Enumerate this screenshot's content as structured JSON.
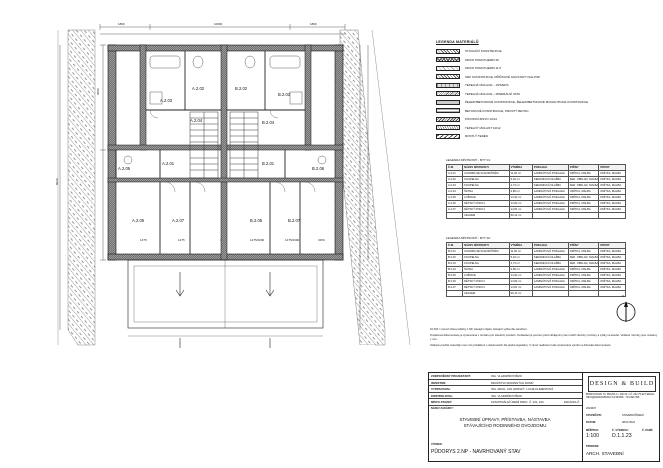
{
  "drawing": {
    "rooms": [
      {
        "id": "A.203",
        "label": "A.2.03"
      },
      {
        "id": "A.204",
        "label": "A.2.04"
      },
      {
        "id": "A.202",
        "label": "A.2.02"
      },
      {
        "id": "B.202",
        "label": "B.2.02"
      },
      {
        "id": "B.203",
        "label": "B.2.03"
      },
      {
        "id": "B.204",
        "label": "B.2.04"
      },
      {
        "id": "A.201",
        "label": "A.2.01"
      },
      {
        "id": "B.201",
        "label": "B.2.01"
      },
      {
        "id": "A.205",
        "label": "A.2.05"
      },
      {
        "id": "A.206",
        "label": "A.2.06"
      },
      {
        "id": "A.207",
        "label": "A.2.07"
      },
      {
        "id": "B.205",
        "label": "B.2.05"
      },
      {
        "id": "B.206",
        "label": "B.2.06"
      },
      {
        "id": "B.207",
        "label": "B.2.07"
      }
    ],
    "dims": {
      "top_a": "1800",
      "top_b": "10600",
      "top_c": "1800",
      "left_a": "6000",
      "left_b": "8910",
      "bot_a": "1475",
      "bot_b": "1475",
      "bot_c": "3150",
      "bot_d": "1475/2090",
      "bot_e": "1475/2090",
      "bot_f": "3150"
    }
  },
  "legend": {
    "title": "LEGENDA MATERIÁLŮ",
    "items": [
      {
        "label": "STÁVAJÍCÍ KONSTRUKCE",
        "pattern": "diag"
      },
      {
        "label": "ZDIVO POROTHERM 30",
        "pattern": "cross"
      },
      {
        "label": "ZDIVO POROTHERM 11.5",
        "pattern": "light"
      },
      {
        "label": "SDK KONSTRUKCE, PŘÍČKOVÉ SOUSTAVY DLE PSP",
        "pattern": "diag"
      },
      {
        "label": "TEPELNÁ IZOLACE – XPS/EPS",
        "pattern": "brick"
      },
      {
        "label": "TEPELNÁ IZOLACE – MINERÁLNÍ VATA",
        "pattern": "wave"
      },
      {
        "label": "ŽELEZOBETONOVÉ KONSTRUKCE, ŽELEZOBETONOVÉ MONOLITICKÉ KONSTRUKCE",
        "pattern": "dots"
      },
      {
        "label": "BETONOVÉ KONSTRUKCE, PROSTÝ BETON",
        "pattern": "grid"
      },
      {
        "label": "PŮVODNÍ ZDIVO 10/12",
        "pattern": "hatch"
      },
      {
        "label": "TEPELNÝ IZOLANT 10/12",
        "pattern": "zig"
      },
      {
        "label": "ROSTLÝ TERÉN",
        "pattern": "terrain"
      }
    ]
  },
  "table_a": {
    "title": "LEGENDA MÍSTNOSTÍ - BYT 01:",
    "header": [
      "Č.M.",
      "NÁZEV MÍSTNOSTI",
      "VÝMĚRA",
      "PODLAHA",
      "STĚNY",
      "STROP"
    ],
    "rows": [
      [
        "A.2.01",
        "CHODBA SE SCHODIŠTĚM",
        "11,60 m²",
        "LAMINÁTOVÁ PODLAHA",
        "OMÍTKA, MALBA",
        "OMÍTKA, MALBA"
      ],
      [
        "A.2.02",
        "KOUPELNA",
        "5,40 m²",
        "KERAMICKÁ DLAŽBA",
        "KER. OBKLAD, MALBA",
        "OMÍTKA, MALBA"
      ],
      [
        "A.2.03",
        "KOUPELNA",
        "4,73 m²",
        "KERAMICKÁ DLAŽBA",
        "KER. OBKLAD, MALBA",
        "OMÍTKA, MALBA"
      ],
      [
        "A.2.04",
        "ŠATNA",
        "2,86 m²",
        "LAMINÁTOVÁ PODLAHA",
        "OMÍTKA, MALBA",
        "OMÍTKA, MALBA"
      ],
      [
        "A.2.05",
        "LOŽNICE",
        "14,92 m²",
        "LAMINÁTOVÁ PODLAHA",
        "OMÍTKA, MALBA",
        "OMÍTKA, MALBA"
      ],
      [
        "A.2.06",
        "DĚTSKÝ POKOJ",
        "14,82 m²",
        "LAMINÁTOVÁ PODLAHA",
        "OMÍTKA, MALBA",
        "OMÍTKA, MALBA"
      ],
      [
        "A.2.07",
        "DĚTSKÝ POKOJ",
        "14,81 m²",
        "LAMINÁTOVÁ PODLAHA",
        "OMÍTKA, MALBA",
        "OMÍTKA, MALBA"
      ],
      [
        "",
        "CELKEM",
        "69,14 m²",
        "",
        "",
        ""
      ]
    ]
  },
  "table_b": {
    "title": "LEGENDA MÍSTNOSTÍ - BYT 02:",
    "header": [
      "Č.M.",
      "NÁZEV MÍSTNOSTI",
      "VÝMĚRA",
      "PODLAHA",
      "STĚNY",
      "STROP"
    ],
    "rows": [
      [
        "B.2.01",
        "CHODBA SE SCHODIŠTĚM",
        "11,60 m²",
        "LAMINÁTOVÁ PODLAHA",
        "OMÍTKA, MALBA",
        "OMÍTKA, MALBA"
      ],
      [
        "B.2.02",
        "KOUPELNA",
        "5,40 m²",
        "KERAMICKÁ DLAŽBA",
        "KER. OBKLAD, MALBA",
        "OMÍTKA, MALBA"
      ],
      [
        "B.2.03",
        "KOUPELNA",
        "4,73 m²",
        "KERAMICKÁ DLAŽBA",
        "KER. OBKLAD, MALBA",
        "OMÍTKA, MALBA"
      ],
      [
        "B.2.04",
        "ŠATNA",
        "2,86 m²",
        "LAMINÁTOVÁ PODLAHA",
        "OMÍTKA, MALBA",
        "OMÍTKA, MALBA"
      ],
      [
        "B.2.05",
        "LOŽNICE",
        "14,92 m²",
        "LAMINÁTOVÁ PODLAHA",
        "OMÍTKA, MALBA",
        "OMÍTKA, MALBA"
      ],
      [
        "B.2.06",
        "DĚTSKÝ POKOJ",
        "14,82 m²",
        "LAMINÁTOVÁ PODLAHA",
        "OMÍTKA, MALBA",
        "OMÍTKA, MALBA"
      ],
      [
        "B.2.07",
        "DĚTSKÝ POKOJ",
        "14,81 m²",
        "LAMINÁTOVÁ PODLAHA",
        "OMÍTKA, MALBA",
        "OMÍTKA, MALBA"
      ],
      [
        "",
        "CELKEM",
        "69,14 m²",
        "",
        "",
        ""
      ]
    ]
  },
  "notes": [
    "±0,000 = úroveň čisté podlahy 1.NP, stávající objekt, stávající výška dle zaměření.",
    "Projektová dokumentace je zpracována v rozsahu pro stavební povolení. Dodavatel je povinen před zahájením prací ověřit všechny rozměry a výšky na stavbě. Veškeré rozměry jsou uvedeny v mm.",
    "Veškeré použité materiály musí mít prohlášení o vlastnostech dle platné legislativy. V rámci realizace bude zpracována výrobní a dílenská dokumentace."
  ],
  "north_label": "S",
  "titleblock": {
    "logo": "DESIGN & BUILD",
    "firm": "BORIVOJOVA 73, PRAHA 3 • 130 00 • IČ: 242 75 927 EMAIL: INFO@DESIGNBUILD.CZ MOBIL: 724 990 356",
    "rows": [
      {
        "k": "ZODPOVĚDNÝ PROJEKTANT:",
        "v": "ING. VLADIMÍR POŠMO",
        "d": ""
      },
      {
        "k": "INVESTOR:",
        "v": "DRUŽSTVO RODINNÝCH DOMŮ",
        "d": ""
      },
      {
        "k": "VYPRACOVAL:",
        "v": "ING. ARCH. JAN HORSKÝ, LUCIE KLIMENTOVÁ",
        "d": ""
      },
      {
        "k": "KONTROLOVAL:",
        "v": "ING. VLADIMÍR POŠMO",
        "d": ""
      },
      {
        "k": "MÍSTO STAVBY:",
        "v": "KATASTRÁLNÍ ÚZEMÍ PARC. Č. 431, 433",
        "d": "ZAKÁZKA Č."
      }
    ],
    "project_label": "NÁZEV ZAKÁZKY:",
    "project": "STAVEBNÍ ÚPRAVY, PŘÍSTAVBA, NÁSTAVBA STÁVAJÍCÍHO RODINNÉHO DVOJDOMU",
    "drawing_label": "VÝKRES:",
    "drawing": "PŮDORYS 2.NP - NAVRHOVANÝ STAV",
    "job_no": "2023007",
    "stage_label": "STUPEŇ PD:",
    "stage": "STAVEBNÍ ŘÍZENÍ",
    "date_label": "DATUM:",
    "date": "08.02.2024",
    "scale_label": "MĚŘÍTKO:",
    "scale": "1:100",
    "sheet_label": "Č. VÝKRESU:",
    "sheet": "D.1.1.23",
    "part_label": "Č. PARÉ:",
    "prof_label": "PROFESE:",
    "prof": "ARCH. STAVEBNÍ"
  }
}
